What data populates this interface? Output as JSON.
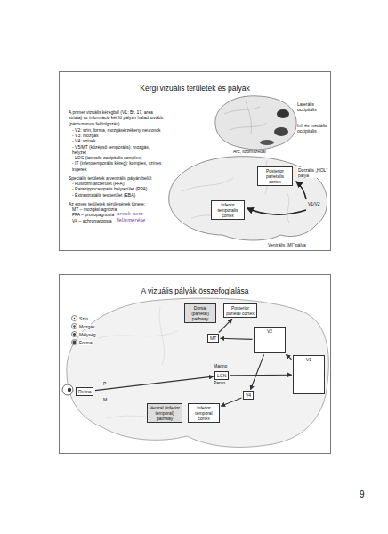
{
  "diagram": {
    "nodes": [
      {
        "text": [
          "Kérgi vizuális területek és pályák",
          "A primer vizuális kéregből (V1; Br. 17, area striata) az információ két fő pályán halad tovább (párhuzamos feldolgozás)",
          "- V2: szín, forma, mozgásérzékeny neuronok",
          "- V3: mozgás",
          "- V4: színek",
          "- V5/MT (középső temporális): mozgás, helyzet",
          "- LOC (lateralis occipitalis complex)",
          "- IT (inferotemporális kéreg): komplex, színes ingerek",
          "Speciális területek a ventrális pályán belül:",
          "- Fusiform arcterület (FFA)",
          "- Parahippocampalis helyterület (PPA)",
          "- Extrastriatális testterület (EBA)",
          "Az egyes területek sérülésének tünete:",
          "MT – mozgási agnózia",
          "FFA – prosopagnosia",
          "V4 – achromatopsia"
        ]
      },
      {
        "text": [
          "Posterior parietalis cortex"
        ],
        "in": 0
      },
      {
        "text": [
          "Inferior temporalis cortex"
        ],
        "in": 0
      },
      {
        "text": [
          "A vizuális pályák összefoglalása"
        ]
      },
      {
        "text": [
          "Dorsal (parietal) pathway"
        ],
        "in": 3
      },
      {
        "text": [
          "Posterior parietal cortex"
        ],
        "in": 3
      },
      {
        "text": [
          "MT"
        ],
        "in": 3
      },
      {
        "text": [
          "V2"
        ],
        "in": 3
      },
      {
        "text": [
          "V1"
        ],
        "in": 3
      },
      {
        "text": [
          "LGN"
        ],
        "in": 3
      },
      {
        "text": [
          "V4"
        ],
        "in": 3
      },
      {
        "text": [
          "Inferior temporal cortex"
        ],
        "in": 3
      },
      {
        "text": [
          "Ventral (inferior temporal) pathway"
        ],
        "in": 3
      },
      {
        "text": [
          "Retina"
        ],
        "in": 3
      }
    ],
    "edges": [
      {
        "from": 13,
        "to": 9,
        "arrow": "to"
      },
      {
        "from": 9,
        "to": 8,
        "arrow": "to"
      },
      {
        "from": 8,
        "to": 7,
        "arrow": "to"
      },
      {
        "from": 7,
        "to": 6,
        "arrow": "to"
      },
      {
        "from": 6,
        "to": 5,
        "arrow": "to"
      },
      {
        "from": 7,
        "to": 10,
        "arrow": "to"
      },
      {
        "from": 10,
        "to": 11,
        "arrow": "to"
      }
    ],
    "labels": [
      "arcok nem felismerése",
      "Laterális occipitális",
      "Inf. és mediális occipitális",
      "Arc, szomszédai",
      "Dorzális „HOL” pálya",
      "V1/V2",
      "Ventrális „MI” pálya",
      "Magno",
      "Parvo",
      "P",
      "M",
      "9"
    ],
    "legend": [
      {
        "text": "Szín"
      },
      {
        "text": "Mozgás"
      },
      {
        "text": "Mélység"
      },
      {
        "text": "Forma"
      }
    ]
  }
}
